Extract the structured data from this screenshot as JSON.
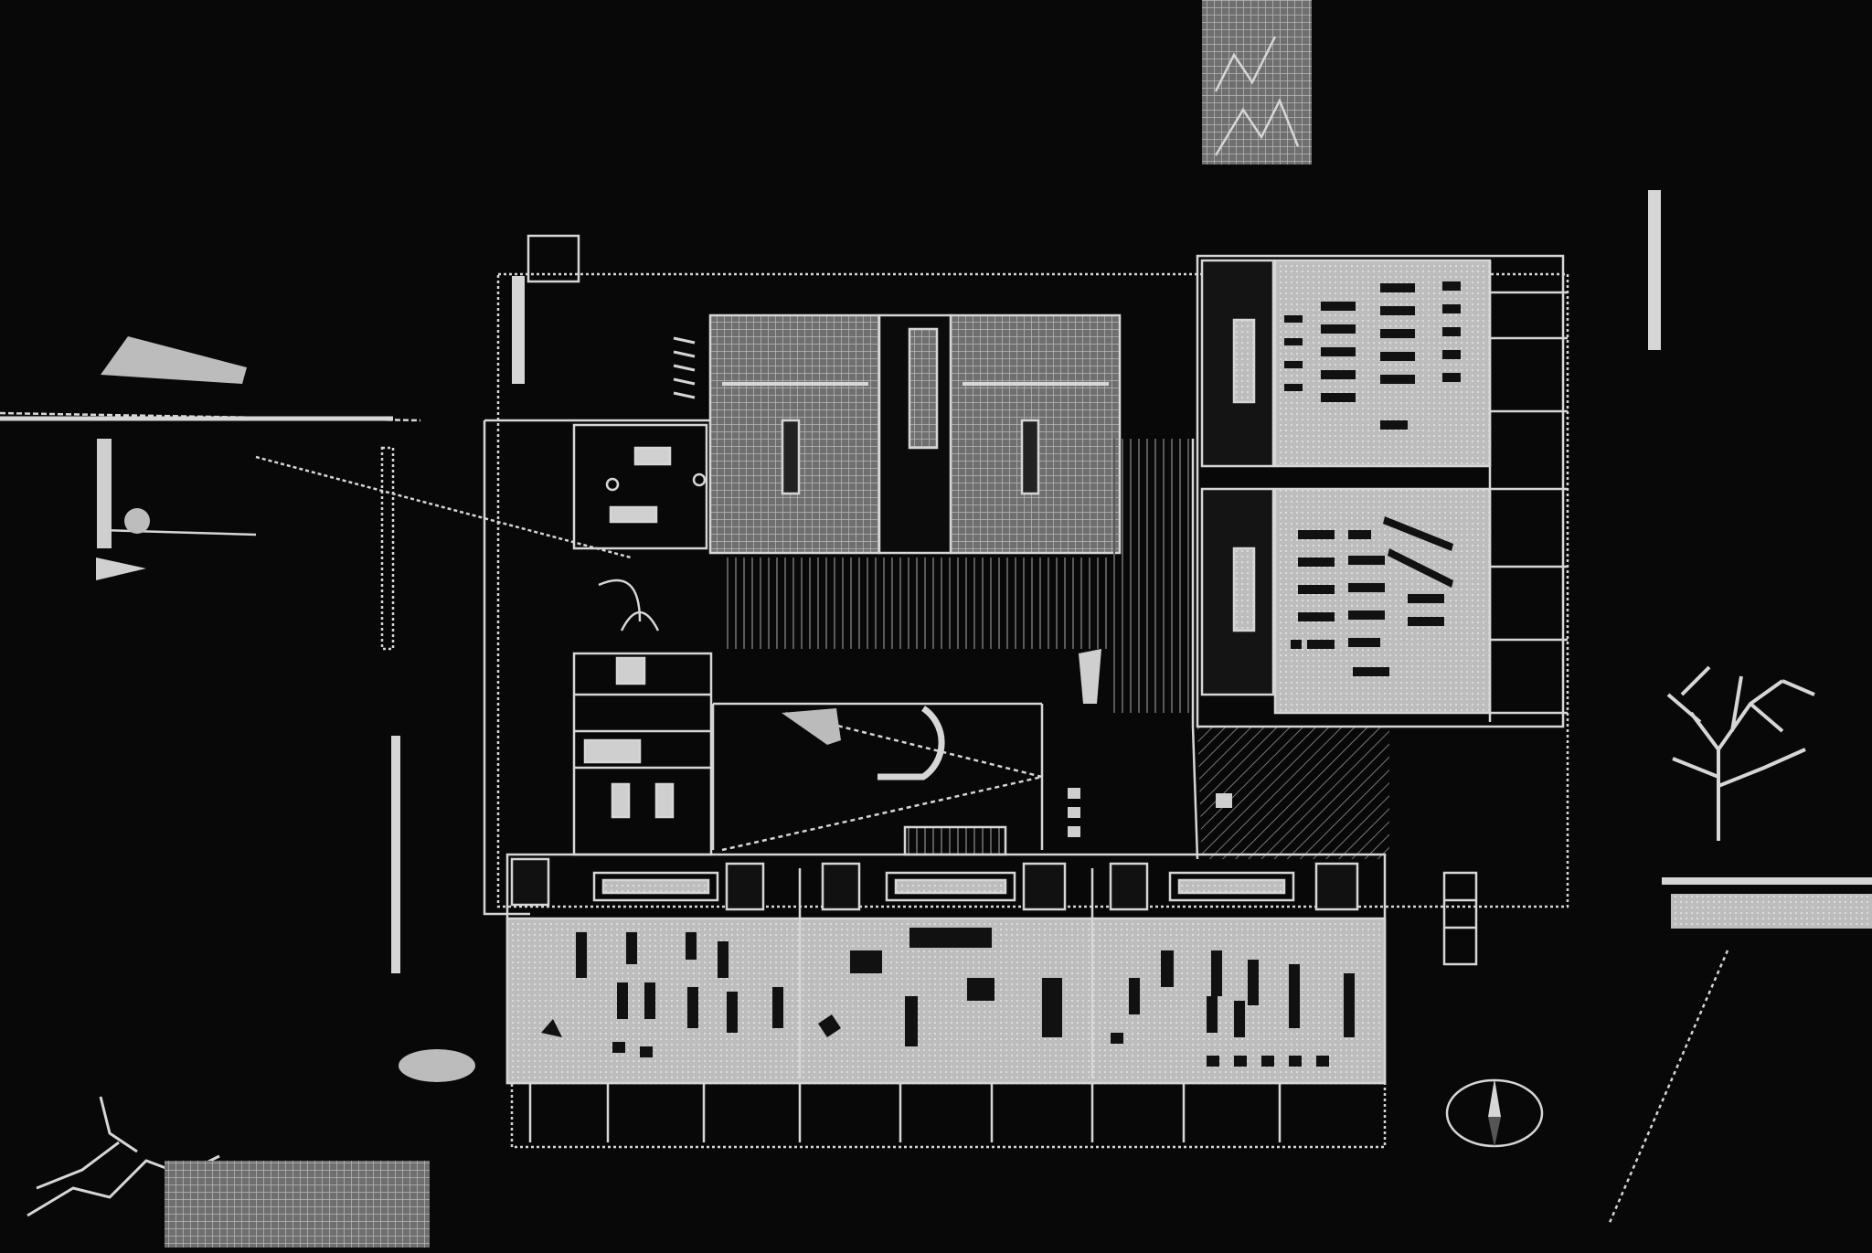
{
  "drawing": {
    "kind": "architectural floor plan (white line drawing on black)",
    "colors": {
      "background": "#080808",
      "line": "#d8d8d8",
      "fill_light": "#c9c9c9",
      "fill_dark": "#111111",
      "hatch": "#8a8a8a"
    },
    "elements": [
      "north-arrow",
      "landscape-tree",
      "terrace-slab",
      "classroom-wing-south",
      "classroom-wing-east",
      "workshop-block",
      "entrance-court",
      "service-rooms",
      "spiral-stair"
    ],
    "texts": []
  }
}
